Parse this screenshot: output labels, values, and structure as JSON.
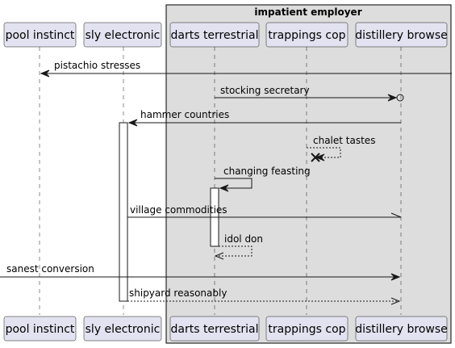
{
  "group": {
    "title": "impatient employer"
  },
  "participants": [
    {
      "id": "pool",
      "label": "pool instinct"
    },
    {
      "id": "sly",
      "label": "sly electronic"
    },
    {
      "id": "darts",
      "label": "darts terrestrial"
    },
    {
      "id": "trappings",
      "label": "trappings cop"
    },
    {
      "id": "distillery",
      "label": "distillery browse"
    }
  ],
  "messages": [
    {
      "id": "m1",
      "label": "pistachio stresses",
      "from": "right-edge",
      "to": "pool",
      "style": "solid",
      "head": "filled"
    },
    {
      "id": "m2",
      "label": "stocking secretary",
      "from": "darts",
      "to": "distillery",
      "style": "solid",
      "head": "circle"
    },
    {
      "id": "m3",
      "label": "hammer countries",
      "from": "distillery",
      "to": "sly",
      "style": "solid",
      "head": "filled"
    },
    {
      "id": "m4",
      "label": "chalet tastes",
      "from": "trappings",
      "to": "trappings",
      "style": "dashed",
      "head": "destroy"
    },
    {
      "id": "m5",
      "label": "changing feasting",
      "from": "darts",
      "to": "darts",
      "style": "solid",
      "head": "filled"
    },
    {
      "id": "m6",
      "label": "village commodities",
      "from": "sly",
      "to": "distillery",
      "style": "solid",
      "head": "half"
    },
    {
      "id": "m7",
      "label": "idol don",
      "from": "darts",
      "to": "darts",
      "style": "dashed",
      "head": "open"
    },
    {
      "id": "m8",
      "label": "sanest conversion",
      "from": "left-edge",
      "to": "distillery",
      "style": "solid",
      "head": "filled"
    },
    {
      "id": "m9",
      "label": "shipyard reasonably",
      "from": "sly",
      "to": "distillery",
      "style": "dashed",
      "head": "open"
    }
  ]
}
